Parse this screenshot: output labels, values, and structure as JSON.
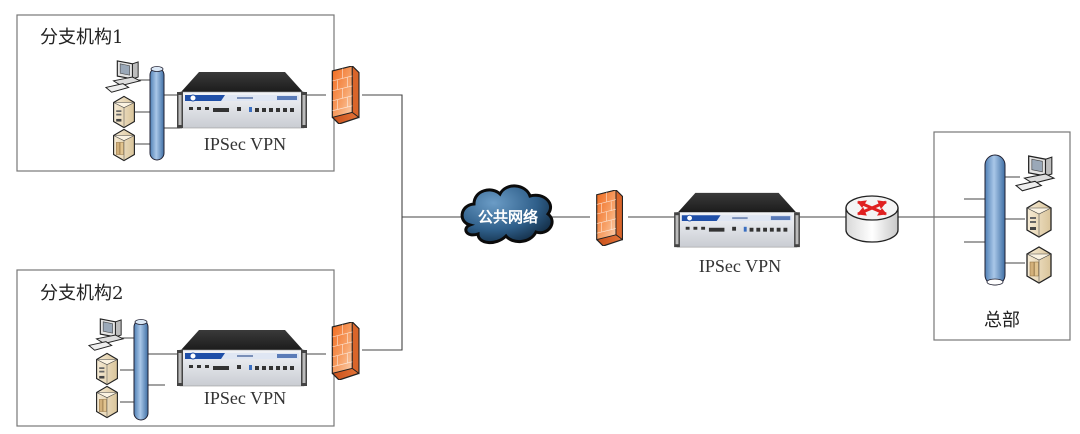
{
  "diagram": {
    "branch1": {
      "title": "分支机构1",
      "vpn_label": "IPSec VPN"
    },
    "branch2": {
      "title": "分支机构2",
      "vpn_label": "IPSec VPN"
    },
    "cloud": {
      "label": "公共网络"
    },
    "hq_vpn": {
      "label": "IPSec VPN"
    },
    "hq": {
      "title": "总部"
    },
    "colors": {
      "firewall": "#f5823a",
      "bus": "#6f9bcc",
      "cloud": "#2f5f8a",
      "router_arrow": "#e02020",
      "line": "#444444",
      "box_border": "#777777"
    }
  }
}
